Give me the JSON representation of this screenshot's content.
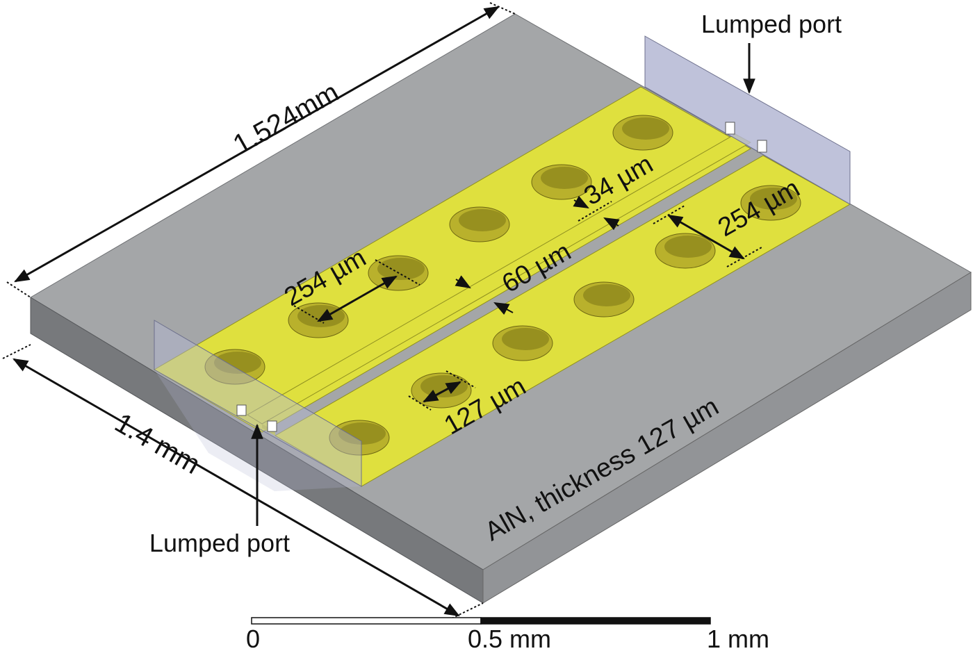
{
  "labels": {
    "port_top": "Lumped port",
    "port_bottom": "Lumped port",
    "length": "1.524mm",
    "width": "1.4 mm",
    "gap_width": "34 µm",
    "center_width": "60 µm",
    "via_pitch_left": "254 µm",
    "via_pitch_right": "254 µm",
    "via_diameter": "127 µm",
    "substrate": "AlN, thickness 127 µm"
  },
  "scale_bar": {
    "zero": "0",
    "half": "0.5 mm",
    "one": "1 mm"
  },
  "colors": {
    "substrate_top": "#a4a6a8",
    "substrate_front": "#77797c",
    "substrate_right": "#929497",
    "metal": "#dfe03e",
    "via_fill": "#b9b12c",
    "via_shadow": "#7c7416",
    "port": "#b4b7d4"
  },
  "icons": {
    "dimension_arrow": "arrow-icon"
  }
}
